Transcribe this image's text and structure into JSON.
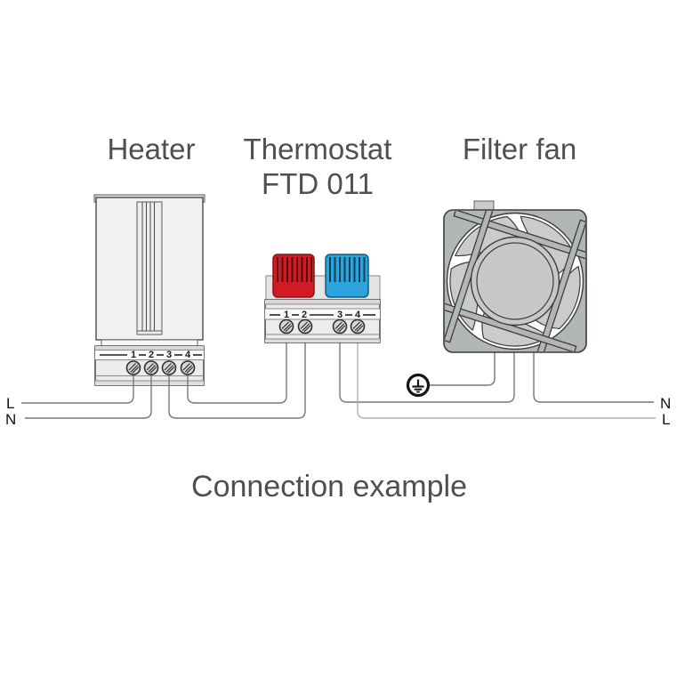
{
  "diagram_title": "Connection example",
  "components": {
    "heater": {
      "label": "Heater",
      "terminals": [
        "1",
        "2",
        "3",
        "4"
      ]
    },
    "thermostat": {
      "label": "Thermostat",
      "model": "FTD 011",
      "terminals": [
        "1",
        "2",
        "3",
        "4"
      ]
    },
    "filter_fan": {
      "label": "Filter fan"
    }
  },
  "supply": {
    "left": {
      "line": "L",
      "neutral": "N"
    },
    "right": {
      "neutral": "N",
      "line": "L"
    }
  },
  "icons": {
    "earth_ground": "earth-ground-icon"
  },
  "colors": {
    "thermostat_knob_heating": "#d01b24",
    "thermostat_knob_cooling": "#2ba3dc",
    "fan_frame": "#b2b6b5",
    "caption_text": "#4f4f4f"
  }
}
